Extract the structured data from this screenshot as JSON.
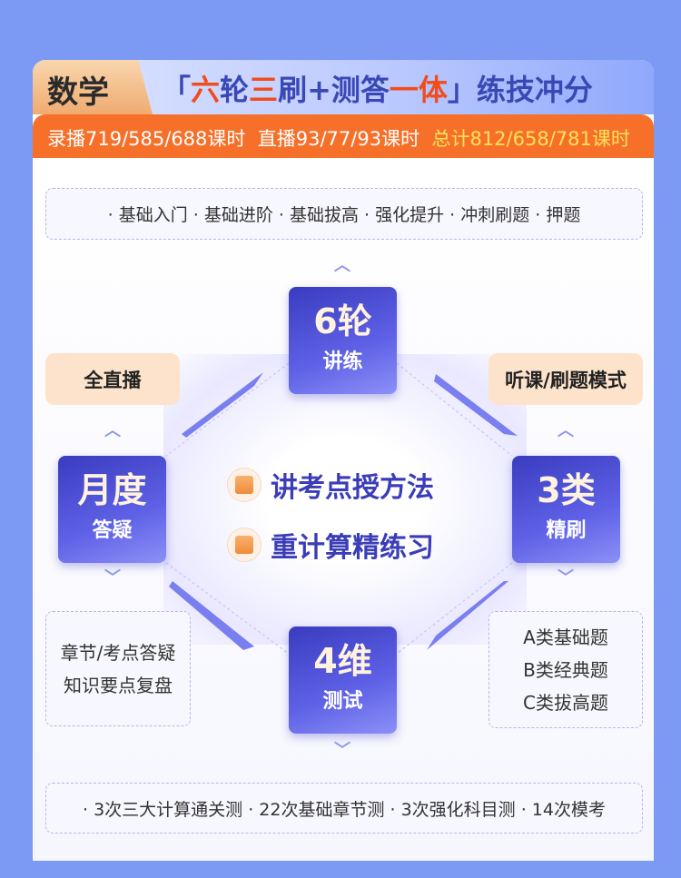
{
  "header": {
    "subject": "数学",
    "slogan_open": "「",
    "s1": "六",
    "s2": "轮",
    "s3": "三",
    "s4": "刷+测答",
    "s5": "一体",
    "s6": "」练技冲分"
  },
  "hours": {
    "recorded": "录播719/585/688课时",
    "live": "直播93/77/93课时",
    "total": "总计812/658/781课时"
  },
  "top_band": "· 基础入门 · 基础进阶 · 基础拔高 · 强化提升 · 冲刺刷题 · 押题",
  "bottom_band": "· 3次三大计算通关测 · 22次基础章节测 · 3次强化科目测 · 14次模考",
  "nodes": {
    "top": {
      "big": "6轮",
      "small": "讲练"
    },
    "left": {
      "big": "月度",
      "small": "答疑"
    },
    "right": {
      "big": "3类",
      "small": "精刷"
    },
    "bottom": {
      "big": "4维",
      "small": "测试"
    }
  },
  "tags": {
    "left": "全直播",
    "right": "听课/刷题模式"
  },
  "left_list": [
    "章节/考点答疑",
    "知识要点复盘"
  ],
  "right_list": [
    "A类基础题",
    "B类经典题",
    "C类拔高题"
  ],
  "center": [
    "讲考点授方法",
    "重计算精练习"
  ],
  "chev": {
    "up": "︿",
    "down": "﹀"
  }
}
